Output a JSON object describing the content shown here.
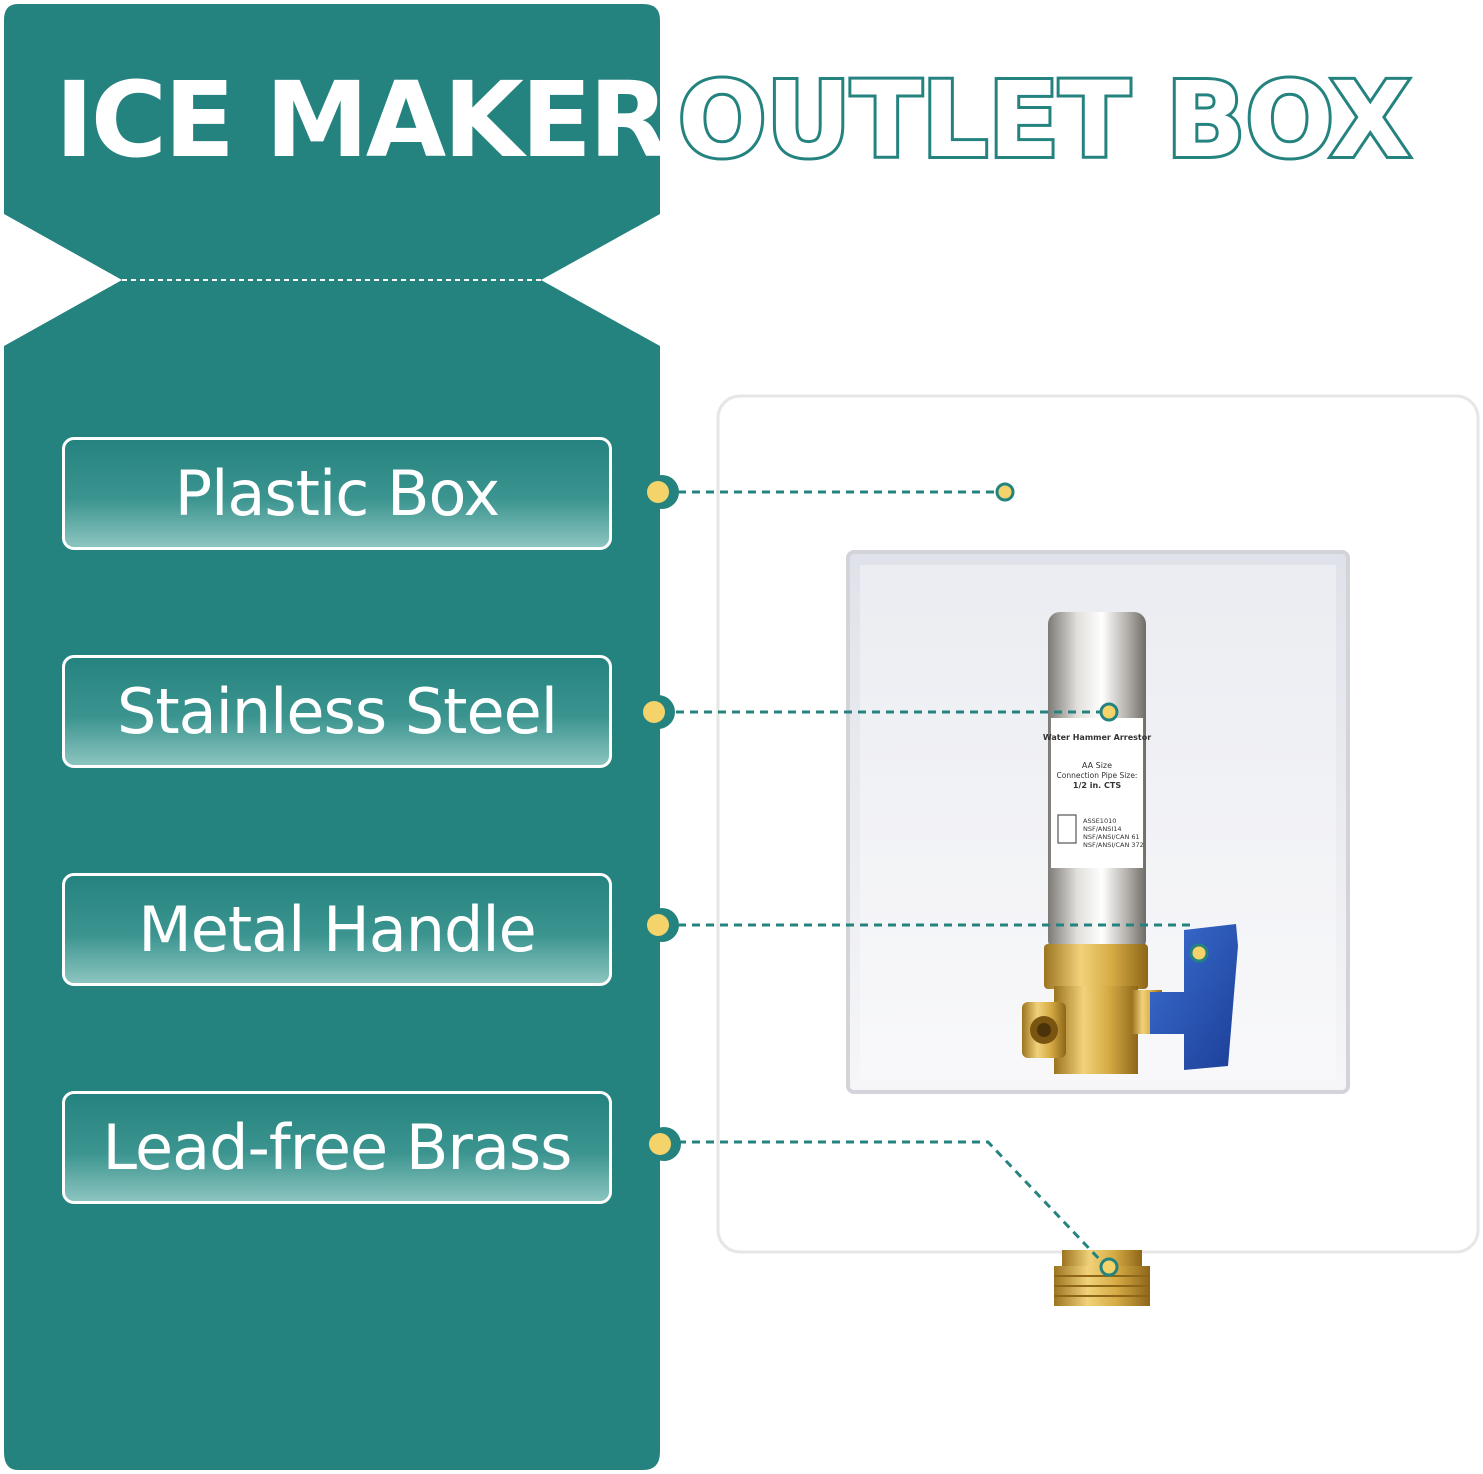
{
  "title": {
    "primary": "ICE MAKER",
    "secondary": "OUTLET BOX"
  },
  "callouts": [
    {
      "label": "Plastic Box"
    },
    {
      "label": "Stainless Steel"
    },
    {
      "label": "Metal Handle"
    },
    {
      "label": "Lead-free Brass"
    }
  ],
  "arrestor_label": {
    "name": "Water Hammer Arrestor",
    "size": "AA Size",
    "connection": "Connection Pipe Size:",
    "pipe": "1/2 in. CTS",
    "cert1": "ASSE1010",
    "cert2": "NSF/ANSI14",
    "cert3": "NSF/ANSI/CAN 61",
    "cert4": "NSF/ANSI/CAN 372"
  },
  "colors": {
    "teal": "#25837f",
    "dot": "#f4d46a",
    "handle": "#2456b8",
    "brass": "#c9a43a"
  }
}
